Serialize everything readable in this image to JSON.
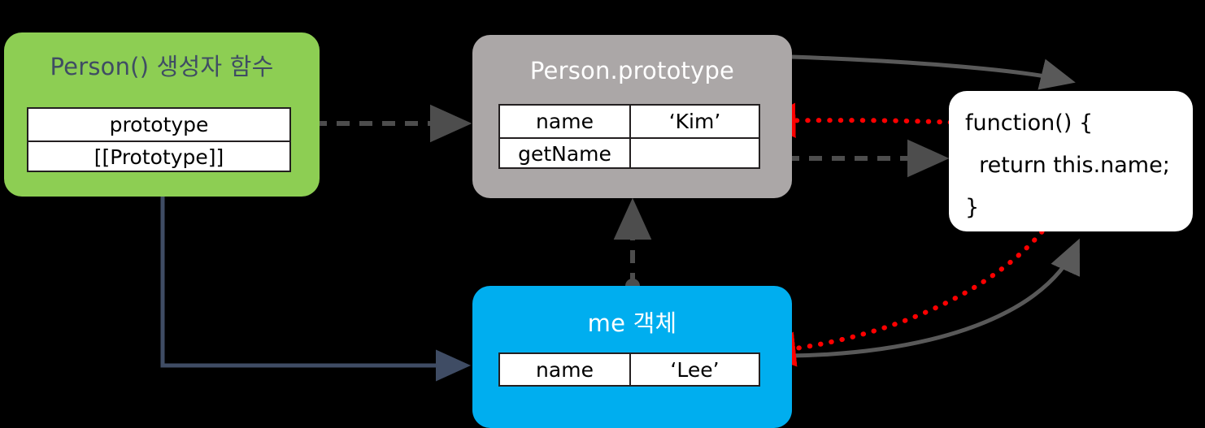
{
  "diagram": {
    "title": "JavaScript prototype chain diagram",
    "background_color": "#000000",
    "nodes": {
      "constructor": {
        "title": "Person() 생성자 함수",
        "color": "#8DCE53",
        "title_color": "#3F4C64",
        "slots": [
          {
            "key": "prototype",
            "value": ""
          },
          {
            "key": "[[Prototype]]",
            "value": ""
          }
        ]
      },
      "prototype": {
        "title": "Person.prototype",
        "color": "#ABA7A7",
        "title_color": "#FFFFFF",
        "slots": [
          {
            "key": "name",
            "value": "‘Kim’"
          },
          {
            "key": "getName",
            "value": ""
          }
        ]
      },
      "me": {
        "title": "me 객체",
        "color": "#00AEEF",
        "title_color": "#FFFFFF",
        "slots": [
          {
            "key": "name",
            "value": "‘Lee’"
          }
        ]
      },
      "function": {
        "color": "#FFFFFF",
        "code": [
          "function() {",
          "  return this.name;",
          "}"
        ]
      }
    },
    "connectors": [
      {
        "name": "prototype-to-person-prototype",
        "style": "dashed",
        "color": "#4D4D4D",
        "from": "constructor.prototype",
        "to": "prototype"
      },
      {
        "name": "getname-to-function",
        "style": "dashed",
        "color": "#4D4D4D",
        "from": "prototype.getName",
        "to": "function"
      },
      {
        "name": "me-prototype-link",
        "style": "dashed",
        "color": "#4D4D4D",
        "from": "me",
        "to": "prototype"
      },
      {
        "name": "constructor-creates-me",
        "style": "solid",
        "color": "#3F4C64",
        "from": "constructor",
        "to": "me"
      },
      {
        "name": "prototype-this-binding",
        "style": "solid",
        "color": "#595959",
        "from": "prototype",
        "to": "function"
      },
      {
        "name": "me-this-binding",
        "style": "solid",
        "color": "#595959",
        "from": "me",
        "to": "function"
      },
      {
        "name": "this-name-resolves-to-kim",
        "style": "dotted",
        "color": "#FF0000",
        "from": "function",
        "to": "prototype.name"
      },
      {
        "name": "this-name-resolves-to-lee",
        "style": "dotted",
        "color": "#FF0000",
        "from": "function",
        "to": "me.name"
      }
    ]
  }
}
